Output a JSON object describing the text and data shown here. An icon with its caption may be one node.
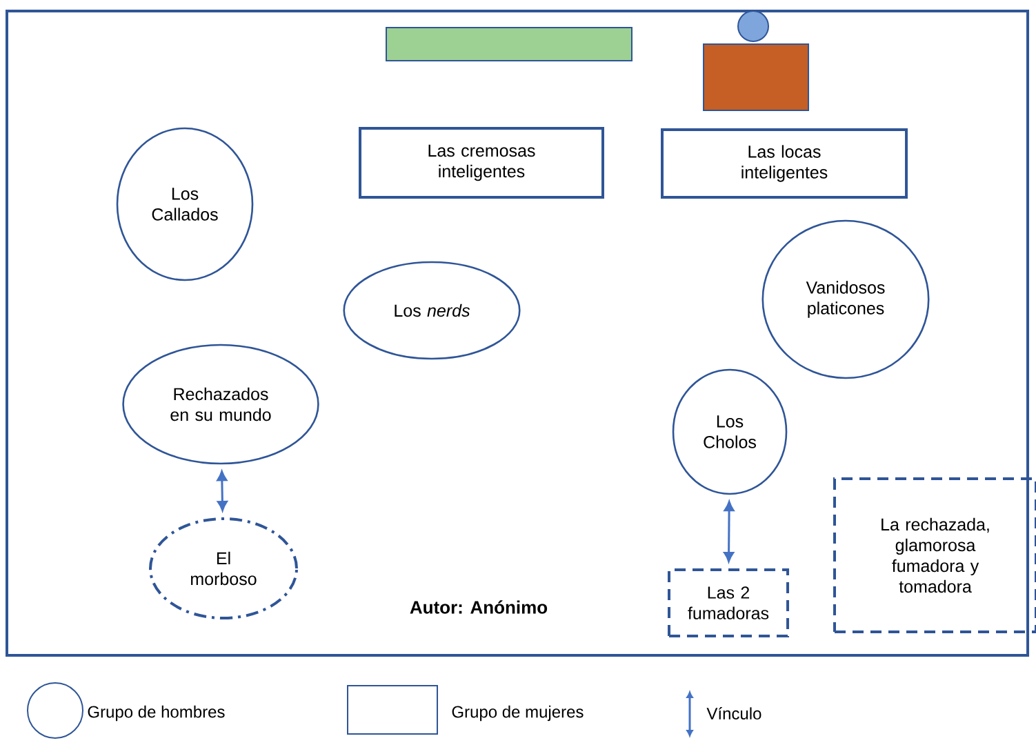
{
  "diagram": {
    "nodes": [
      {
        "text": [],
        "shape": "box"
      },
      {
        "text": [],
        "shape": "bar",
        "in": 0
      },
      {
        "text": [],
        "shape": "circle",
        "in": 0
      },
      {
        "text": [],
        "shape": "box",
        "in": 0
      },
      {
        "text": [
          "Las cremosas inteligentes"
        ],
        "in": 0
      },
      {
        "text": [
          "Las locas inteligentes"
        ],
        "in": 0
      },
      {
        "text": [
          "Los Callados"
        ],
        "in": 0
      },
      {
        "text": [
          "Vanidosos platicones"
        ],
        "in": 0
      },
      {
        "text": [
          "Los *nerds*"
        ],
        "in": 0
      },
      {
        "text": [
          "Rechazados en su mundo"
        ],
        "in": 0
      },
      {
        "text": [
          "Los Cholos"
        ],
        "in": 0
      },
      {
        "text": [
          "La rechazada, glamorosa fumadora y tomadora"
        ],
        "in": 0
      },
      {
        "text": [
          "El morboso"
        ],
        "in": 0
      },
      {
        "text": [
          "Las 2 fumadoras"
        ],
        "in": 0
      }
    ],
    "edges": [
      {
        "from": 9,
        "to": 12,
        "arrow": "both"
      },
      {
        "from": 10,
        "to": 13,
        "arrow": "both"
      }
    ],
    "labels": [
      "Autor: Anónimo"
    ],
    "legend": [
      {
        "text": "Grupo de hombres"
      },
      {
        "text": "Grupo de mujeres"
      },
      {
        "text": "Vínculo"
      }
    ]
  }
}
